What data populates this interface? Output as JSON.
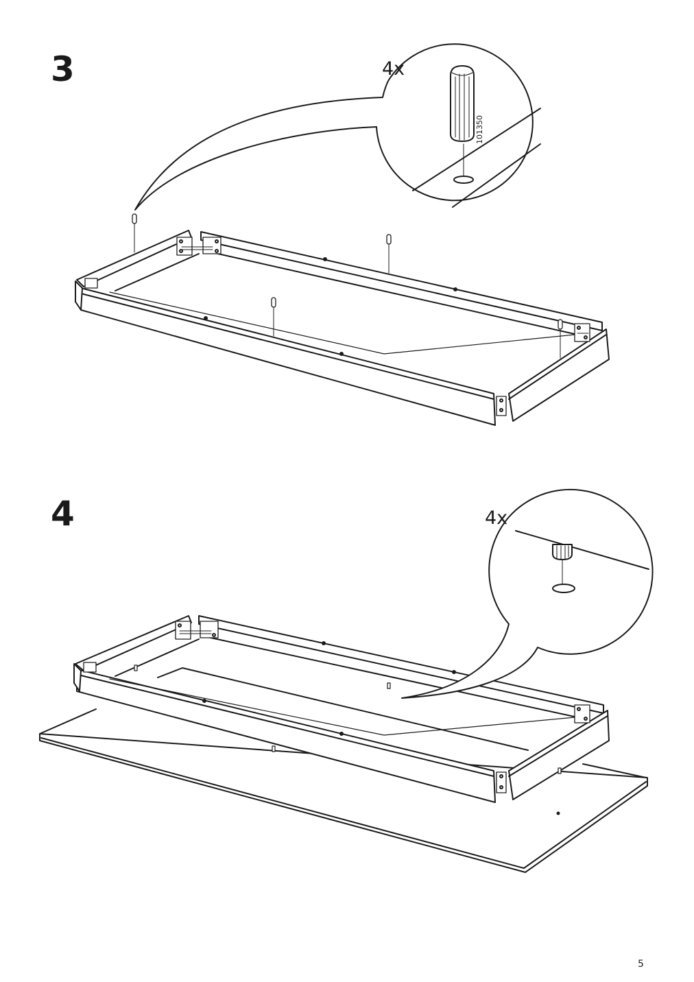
{
  "page": {
    "page_number": "5"
  },
  "steps": [
    {
      "number": "3",
      "quantity": "4x",
      "part_code": "101350",
      "callout_icon": "dowel-insert-detail"
    },
    {
      "number": "4",
      "quantity": "4x",
      "callout_icon": "dowel-into-panel-hole-detail"
    }
  ],
  "colors": {
    "ink": "#1a1a1a",
    "background": "#ffffff"
  }
}
